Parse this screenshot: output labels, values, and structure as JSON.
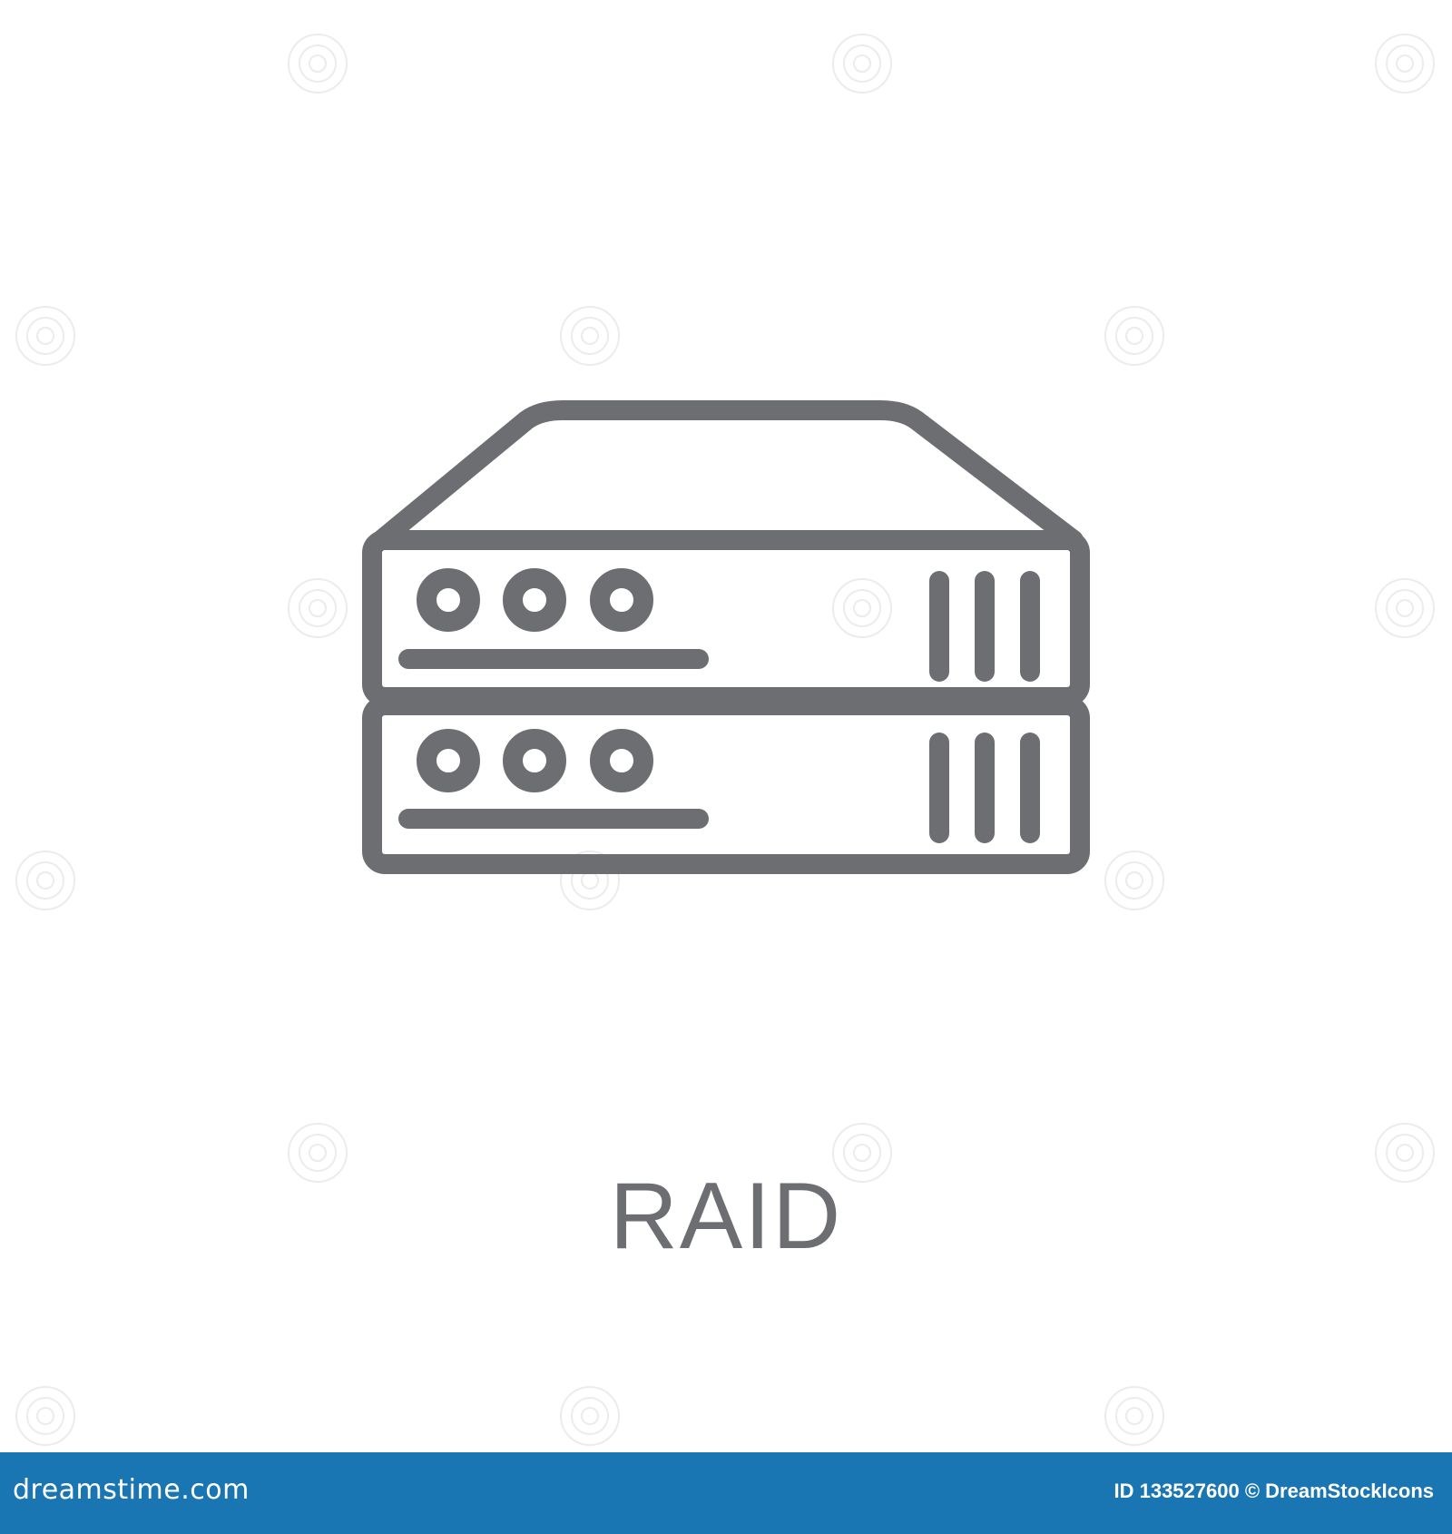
{
  "caption": "RAID",
  "footer": {
    "site_logo": "dreamstime.com",
    "image_id": "ID 133527600 © DreamStockIcons"
  },
  "icon": {
    "name": "server-rack-icon",
    "stroke_color": "#6d6e71"
  },
  "colors": {
    "background": "#ffffff",
    "footer_bar": "#1a75b3",
    "text": "#6d6e71"
  }
}
